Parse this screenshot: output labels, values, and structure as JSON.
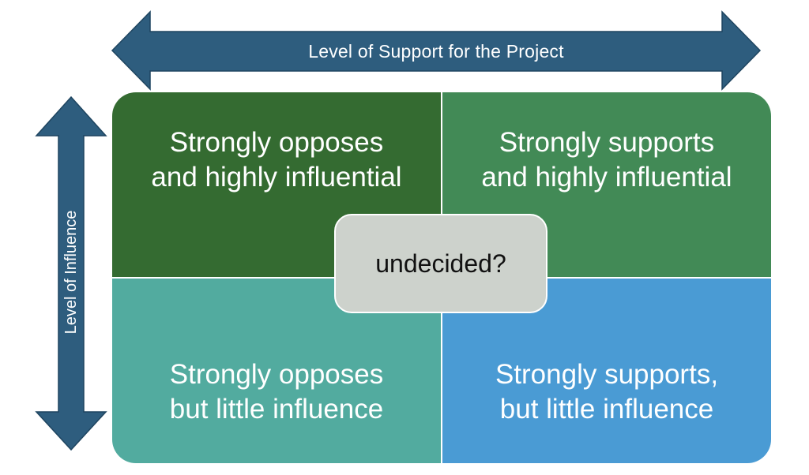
{
  "support_axis": {
    "label": "Level of Support for the Project",
    "color": "#2e5d7e"
  },
  "influence_axis": {
    "label": "Level of Influence",
    "color": "#2e5d7e"
  },
  "quadrants": {
    "top_left": {
      "text": "Strongly opposes\nand highly influential",
      "color": "#346b31"
    },
    "top_right": {
      "text": "Strongly supports\nand highly influential",
      "color": "#428a56"
    },
    "bottom_left": {
      "text": "Strongly opposes\nbut little influence",
      "color": "#52ab9f"
    },
    "bottom_right": {
      "text": "Strongly supports,\nbut little influence",
      "color": "#4a9bd4"
    }
  },
  "center": {
    "text": "undecided?",
    "color": "#cdd2cc"
  }
}
